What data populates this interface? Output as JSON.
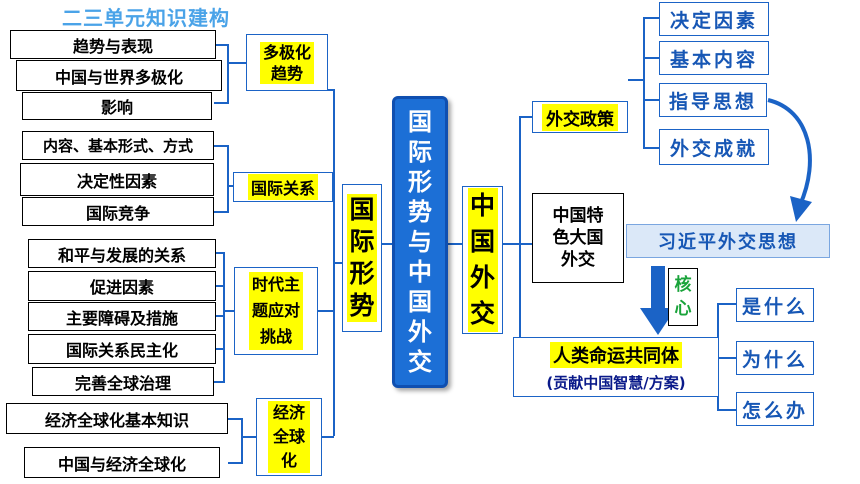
{
  "title": "二三单元知识建构",
  "left": {
    "multipolar": {
      "label": "多极化趋势",
      "items": [
        "趋势与表现",
        "中国与世界多极化",
        "影响"
      ]
    },
    "relations": {
      "label": "国际关系",
      "items": [
        "内容、基本形式、方式",
        "决定性因素",
        "国际竞争"
      ]
    },
    "theme": {
      "label": "时代主题应对挑战",
      "items": [
        "和平与发展的关系",
        "促进因素",
        "主要障碍及措施",
        "国际关系民主化",
        "完善全球治理"
      ]
    },
    "economy": {
      "label": "经济全球化",
      "items": [
        "经济全球化基本知识",
        "中国与经济全球化"
      ]
    },
    "hub": "国际形势"
  },
  "center": "国际形势与中国外交",
  "right": {
    "hub": "中国外交",
    "policy": {
      "label": "外交政策",
      "items": [
        "决定因素",
        "基本内容",
        "指导思想",
        "外交成就"
      ]
    },
    "special": "中国特色大国外交",
    "thought": "习近平外交思想",
    "core": "核心",
    "community": {
      "label": "人类命运共同体",
      "sub": "(贡献中国智慧/方案)",
      "items": [
        "是什么",
        "为什么",
        "怎么办"
      ]
    }
  },
  "colors": {
    "line": "#1b63c6",
    "center": "#1c6fd6",
    "highlight": "#ffff00",
    "text_blue": "#1757b5",
    "core_green": "#19a33a"
  }
}
